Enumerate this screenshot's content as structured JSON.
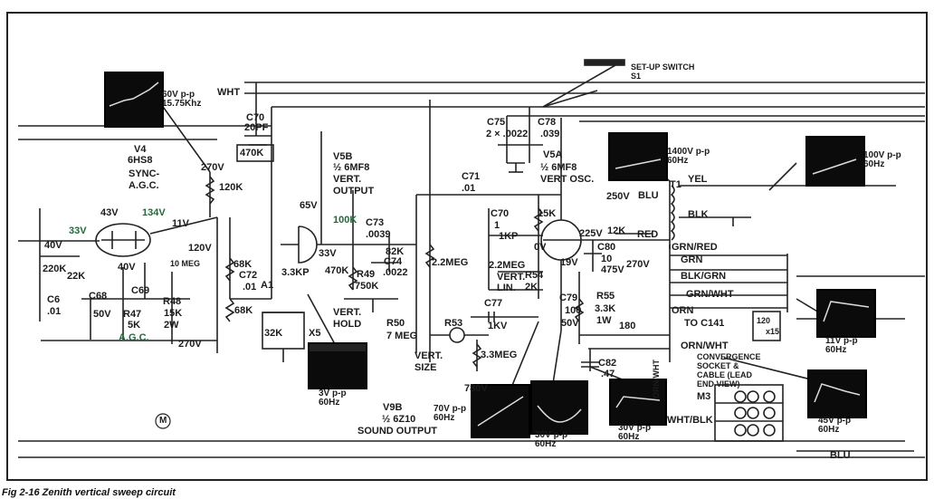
{
  "scopes": {
    "s1": "60V p-p\n15.75Khz",
    "s2": "1400V p-p\n60Hz",
    "s3": "100V p-p\n60Hz",
    "s4": "11V p-p\n60Hz",
    "s5": "45V p-p\n60Hz",
    "s6": "3V p-p\n60Hz",
    "s7": "70V p-p\n60Hz",
    "s8": "30V p-p\n60Hz",
    "s9": "30V p-p\n60Hz"
  },
  "labels": {
    "wht": "WHT",
    "c70a": "C70",
    "c70a_val": "20PF",
    "k470a": "470K",
    "setup": "SET-UP SWITCH",
    "s1": "S1",
    "v4": "V4",
    "v4_tube": "6HS8",
    "sync": "SYNC-",
    "agc": "A.G.C.",
    "v270a": "270V",
    "k120": "120K",
    "v43": "43V",
    "v134": "134V",
    "v11": "11V",
    "v33a": "33V",
    "v40a": "40V",
    "v40b": "40V",
    "v120": "120V",
    "k220": "220K",
    "k22": "22K",
    "c6": "C6",
    "c6_val": ".01",
    "c68": "C68",
    "v50": "50V",
    "c69": "C69",
    "r47": "R47",
    "r47_val": "5K",
    "agc2": "A.G.C.",
    "r48": "R48",
    "r48_val": "15K",
    "r48_w": "2W",
    "v270b": "270V",
    "meg10": "10 MEG",
    "v5b": "V5B",
    "v5b_tube": "½ 6MF8",
    "vert_out": "VERT.",
    "vert_out2": "OUTPUT",
    "v65": "65V",
    "v33b": "33V",
    "k100": "100K",
    "c73": "C73",
    "c73_val": ".0039",
    "k82": "82K",
    "c74": "C74",
    "c74_val": ".0022",
    "k470b": "470K",
    "r49": "R49",
    "r49_val": "750K",
    "vert_hold": "VERT.",
    "vert_hold2": "HOLD",
    "k68a": "68K",
    "c72": "C72",
    "c72_val": ".01",
    "a1": "A1",
    "k68b": "68K",
    "kp33": "3.3KP",
    "k32": "32K",
    "x5": "X5",
    "r50": "R50",
    "r50_val": "7 MEG",
    "meg22a": "2.2MEG",
    "r53": "R53",
    "vert_size": "VERT.",
    "vert_size2": "SIZE",
    "meg33": "3.3MEG",
    "v780": "780V",
    "c75": "C75",
    "c75_val": "2 × .0022",
    "c78": "C78",
    "c78_val": ".039",
    "v5a": "V5A",
    "v5a_tube": "½ 6MF8",
    "vert_osc": "VERT OSC.",
    "c71": "C71",
    "c71_val": ".01",
    "c70b": "C70",
    "c70b_val": "1",
    "kp1": "1KP",
    "k15": "15K",
    "meg22b": "2.2MEG",
    "vert_lin": "VERT.",
    "vert_lin2": "LIN.",
    "r54": "R54",
    "r54_val": "2K",
    "c77": "C77",
    "kv1": "1KV",
    "v0": "0V",
    "v19": "19V",
    "c79": "C79",
    "c79_val": "100",
    "c79_v": "50V",
    "r55": "R55",
    "r55_val": "3.3K",
    "r55_w": "1W",
    "v180": "180",
    "v225": "225V",
    "k12": "12K",
    "c80": "C80",
    "c80_val": "10",
    "c80_v": "475V",
    "v270c": "270V",
    "v250": "250V",
    "blu": "BLU",
    "red": "RED",
    "c82": "C82",
    "c82_val": ".47",
    "t1": "T1",
    "yel": "YEL",
    "blk": "BLK",
    "grn_red": "GRN/RED",
    "grn": "GRN",
    "blk_grn": "BLK/GRN",
    "grn_wht": "GRN/WHT",
    "orn": "ORN",
    "to_c141": "TO C141",
    "orn_wht": "ORN/WHT",
    "conv1": "CONVERGENCE",
    "conv2": "SOCKET &",
    "conv3": "CABLE (LEAD",
    "conv4": "END VIEW)",
    "m3": "M3",
    "wht_blk": "WHT/BLK",
    "orn_wht_v": "ORN/WHT",
    "blu_bottom": "BLU",
    "v9b": "V9B",
    "v9b_tube": "½ 6Z10",
    "sound_out": "SOUND OUTPUT",
    "x120": "120",
    "x15": "x15",
    "m_marker": "M"
  },
  "caption": "Fig 2-16 Zenith vertical sweep circuit"
}
